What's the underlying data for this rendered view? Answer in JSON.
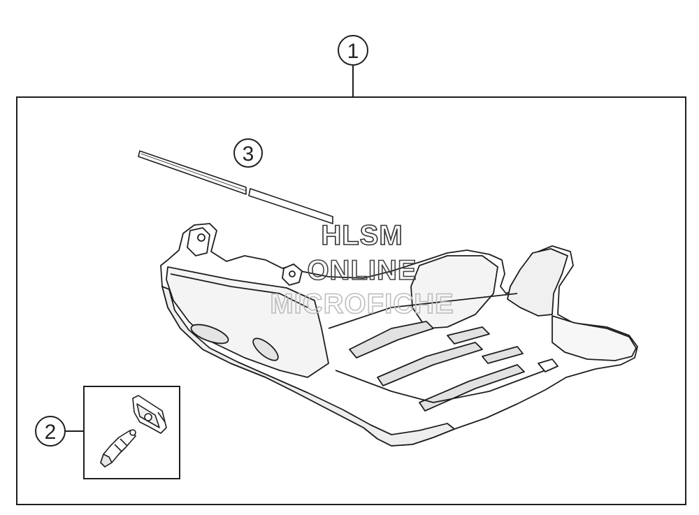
{
  "callouts": {
    "c1": "1",
    "c2": "2",
    "c3": "3"
  },
  "watermark": {
    "line1": "HLSM",
    "line2": "ONLINE",
    "line3": "MICROFICHE"
  },
  "colors": {
    "line": "#1e1e1e",
    "fill": "#ffffff",
    "shade": "#d9d9d9",
    "watermark": "#444444",
    "watermark_faint": "#bdbdbd"
  }
}
